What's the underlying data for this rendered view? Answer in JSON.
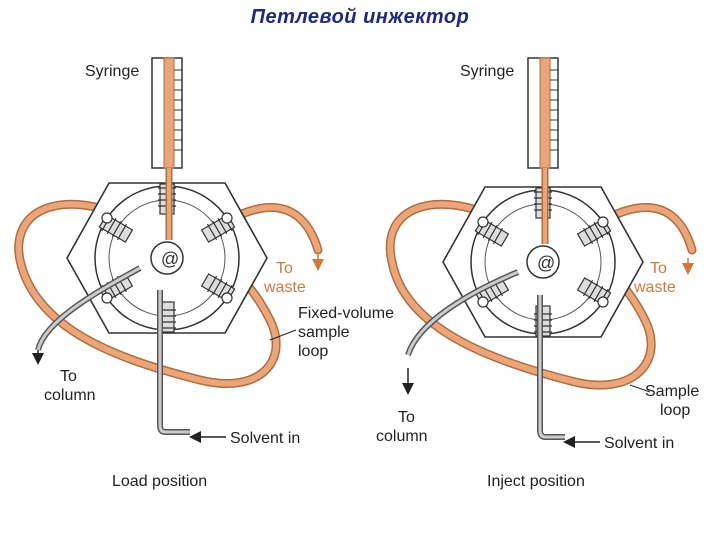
{
  "title": "Петлевой инжектор",
  "colors": {
    "tube": "#e9a67d",
    "tube_outline": "#b36b3c",
    "line": "#222222",
    "text": "#222222",
    "title": "#1f2a78",
    "waste_text": "#d0793f"
  },
  "left": {
    "syringe": "Syringe",
    "to_waste": [
      "To",
      "waste"
    ],
    "loop_label": [
      "Fixed-volume",
      "sample",
      "loop"
    ],
    "to_column": [
      "To",
      "column"
    ],
    "solvent_in": "Solvent in",
    "caption": "Load position"
  },
  "right": {
    "syringe": "Syringe",
    "to_waste": [
      "To",
      "waste"
    ],
    "loop_label": [
      "Sample",
      "loop"
    ],
    "to_column": [
      "To",
      "column"
    ],
    "solvent_in": "Solvent in",
    "caption": "Inject position"
  }
}
